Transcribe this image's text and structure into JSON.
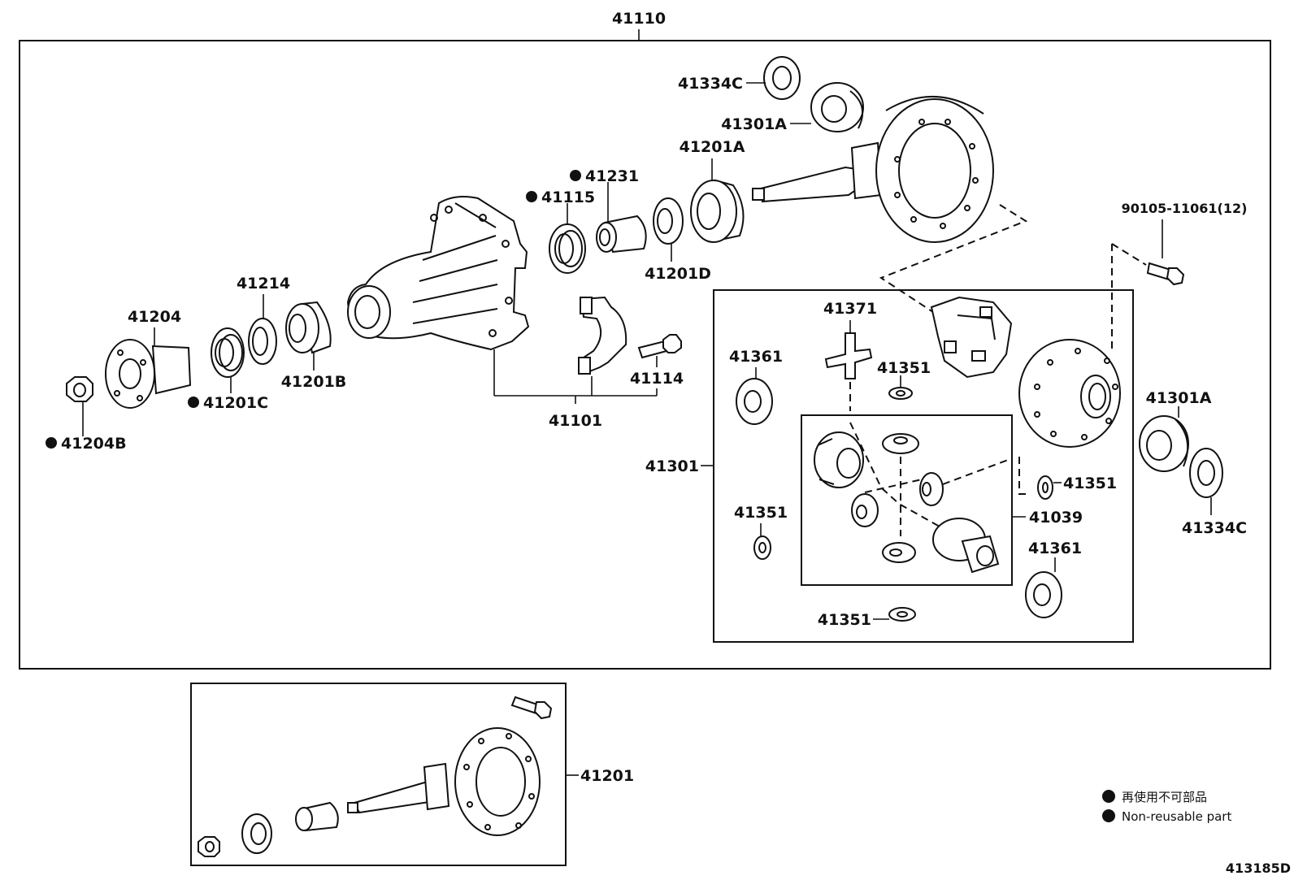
{
  "labels": {
    "assembly_41110": "41110",
    "p41334C_top": "41334C",
    "p41301A_top": "41301A",
    "p41201A": "41201A",
    "p41231": "41231",
    "p41115": "41115",
    "p41201D": "41201D",
    "bolt_90105": "90105-11061(12)",
    "p41214": "41214",
    "p41204": "41204",
    "p41201B": "41201B",
    "p41201C": "41201C",
    "p41204B": "41204B",
    "p41114": "41114",
    "p41101": "41101",
    "p41371": "41371",
    "p41361_left": "41361",
    "p41351_top": "41351",
    "p41301": "41301",
    "p41351_left": "41351",
    "p41351_right": "41351",
    "p41039": "41039",
    "p41361_right": "41361",
    "p41351_bottom": "41351",
    "p41301A_right": "41301A",
    "p41334C_right": "41334C",
    "p41201": "41201"
  },
  "non_reusable_parts": [
    "41231",
    "41115",
    "41201C",
    "41204B"
  ],
  "legend": {
    "jp": "再使用不可部品",
    "en": "Non-reusable part"
  },
  "diagram_id": "413185D",
  "colors": {
    "ink": "#111111",
    "background": "#ffffff"
  }
}
